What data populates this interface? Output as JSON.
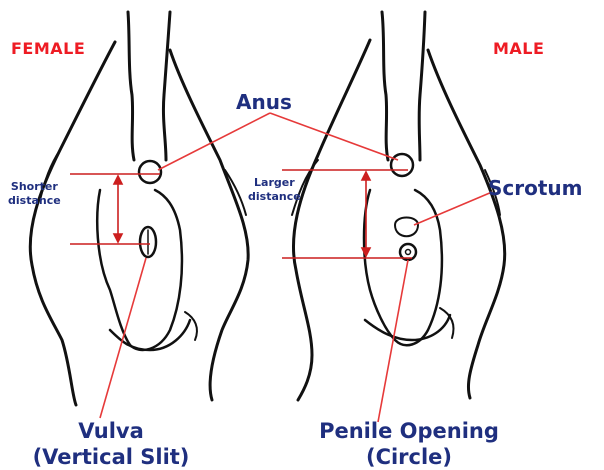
{
  "labels": {
    "female": "FEMALE",
    "male": "MALE",
    "anus": "Anus",
    "scrotum": "Scrotum",
    "shorter_distance_line1": "Shorter",
    "shorter_distance_line2": "distance",
    "larger_distance_line1": "Larger",
    "larger_distance_line2": "distance",
    "vulva_line1": "Vulva",
    "vulva_line2": "(Vertical Slit)",
    "penile_line1": "Penile Opening",
    "penile_line2": "(Circle)"
  },
  "colors": {
    "sex_label": "#ee1c24",
    "annotation_text": "#1f2f7f",
    "pointer_line": "#e63a3a",
    "measure_line": "#cc1f1f",
    "sketch": "#111111"
  }
}
